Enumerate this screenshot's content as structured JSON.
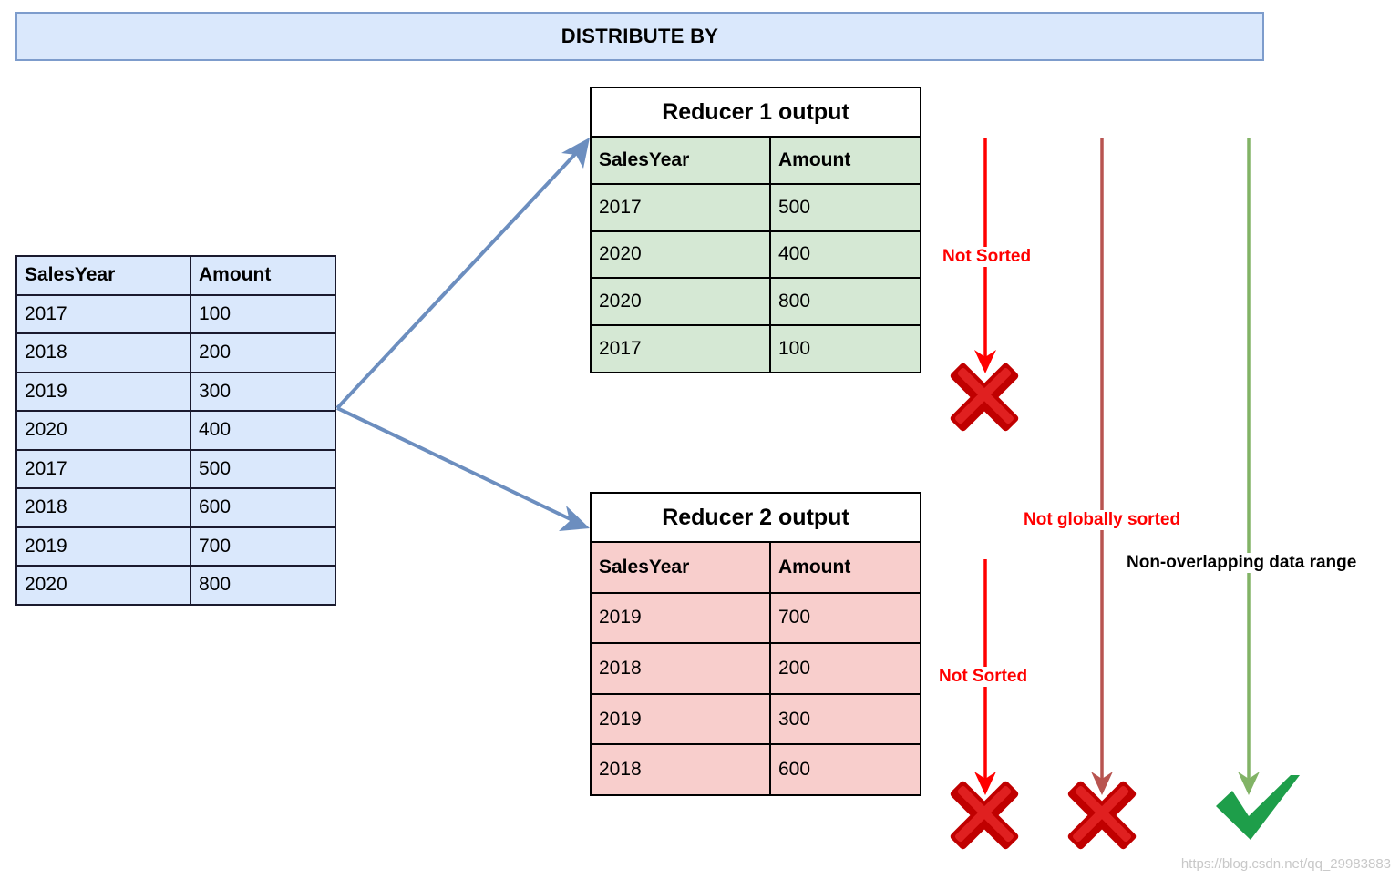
{
  "banner": {
    "title": "DISTRIBUTE BY"
  },
  "input_table": {
    "headers": [
      "SalesYear",
      "Amount"
    ],
    "rows": [
      [
        "2017",
        "100"
      ],
      [
        "2018",
        "200"
      ],
      [
        "2019",
        "300"
      ],
      [
        "2020",
        "400"
      ],
      [
        "2017",
        "500"
      ],
      [
        "2018",
        "600"
      ],
      [
        "2019",
        "700"
      ],
      [
        "2020",
        "800"
      ]
    ]
  },
  "reducer1": {
    "title": "Reducer 1 output",
    "headers": [
      "SalesYear",
      "Amount"
    ],
    "rows": [
      [
        "2017",
        "500"
      ],
      [
        "2020",
        "400"
      ],
      [
        "2020",
        "800"
      ],
      [
        "2017",
        "100"
      ]
    ]
  },
  "reducer2": {
    "title": "Reducer 2 output",
    "headers": [
      "SalesYear",
      "Amount"
    ],
    "rows": [
      [
        "2019",
        "700"
      ],
      [
        "2018",
        "200"
      ],
      [
        "2019",
        "300"
      ],
      [
        "2018",
        "600"
      ]
    ]
  },
  "annotations": {
    "r1_status": "Not Sorted",
    "r2_status": "Not Sorted",
    "global_status": "Not globally sorted",
    "range_status": "Non-overlapping data range"
  },
  "watermark": "https://blog.csdn.net/qq_29983883",
  "colors": {
    "input_fill": "#dae8fc",
    "reducer1_fill": "#d5e8d4",
    "reducer2_fill": "#f8cecc",
    "flow_arrow": "#6c8ebf",
    "not_sorted": "#ff0000",
    "not_global": "#b85450",
    "ok": "#82b366"
  },
  "icons": [
    "cross-icon",
    "cross-icon",
    "cross-icon",
    "checkmark-icon"
  ]
}
